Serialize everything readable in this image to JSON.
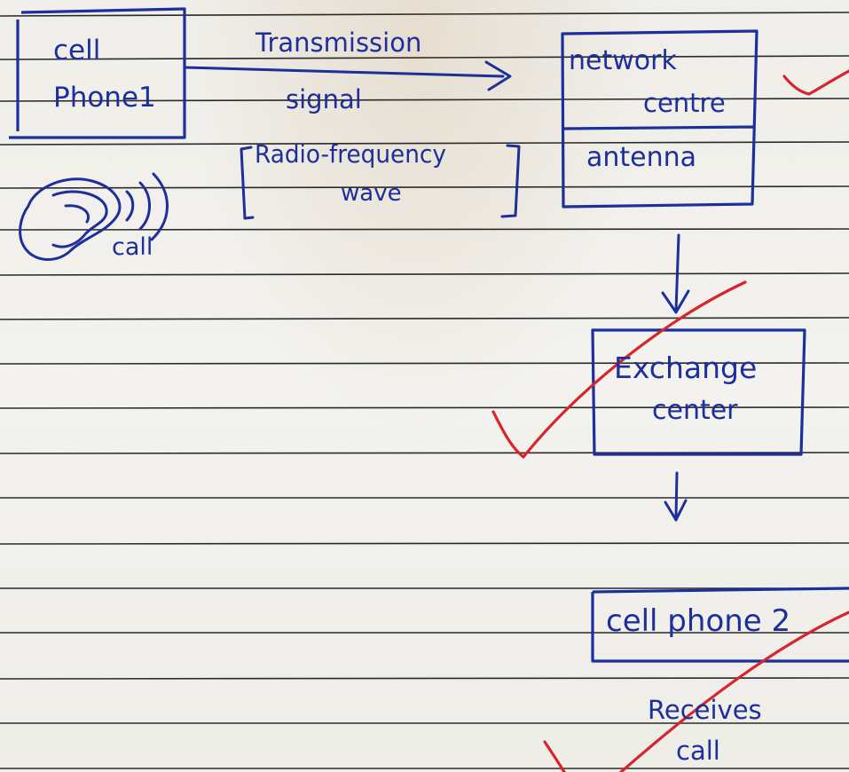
{
  "diagram": {
    "cell_phone_1": {
      "line1": "cell",
      "line2": "Phone1"
    },
    "caller": {
      "label": "call"
    },
    "signal": {
      "line1": "Transmission",
      "line2": "signal",
      "line3": "Radio-frequency",
      "line4": "wave"
    },
    "network": {
      "line1": "network",
      "line2": "centre",
      "line3": "antenna"
    },
    "exchange": {
      "line1": "Exchange",
      "line2": "center"
    },
    "cell_phone_2": {
      "label": "cell phone 2"
    },
    "receiver": {
      "line1": "Receives",
      "line2": "call"
    }
  },
  "colors": {
    "ink": "#1c2f9a",
    "grading": "#d6262c",
    "ruling": "#2a2a2a"
  }
}
